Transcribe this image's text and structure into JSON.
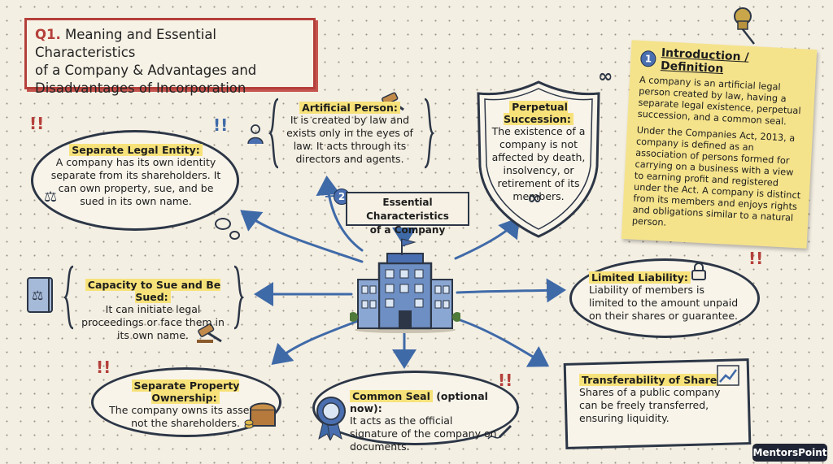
{
  "title": {
    "prefix": "Q1.",
    "line1": "Meaning and Essential Characteristics",
    "line2": "of a Company & Advantages and",
    "line3": "Disadvantages of Incorporation"
  },
  "center": {
    "number": "2",
    "label_line1": "Essential Characteristics",
    "label_line2": "of a Company"
  },
  "intro": {
    "number": "1",
    "heading": "Introduction / Definition",
    "para1": "A company is an artificial legal person created by law, having a separate legal existence, perpetual succession, and a common seal.",
    "para2": "Under the Companies Act, 2013, a company is defined as an association of persons formed for carrying on a business with a view to earning profit and registered under the Act. A company is distinct from its members and enjoys rights and obligations similar to a natural person."
  },
  "nodes": {
    "artificial": {
      "title": "Artificial Person:",
      "body": "It is created by law and exists only in the eyes of law. It acts through its directors and agents."
    },
    "perpetual": {
      "title": "Perpetual Succession:",
      "body": "The existence of a company is not affected by death, insolvency, or retirement of its members."
    },
    "separate_entity": {
      "title": "Separate Legal Entity:",
      "body": "A company has its own identity separate from its shareholders. It can own property, sue, and be sued in its own name."
    },
    "sue": {
      "title": "Capacity to Sue and Be Sued:",
      "body": "It can initiate legal proceedings or face them in its own name."
    },
    "limited": {
      "title": "Limited Liability:",
      "body": "Liability of members is limited to the amount unpaid on their shares or guarantee."
    },
    "property": {
      "title": "Separate Property Ownership:",
      "body": "The company owns its assets, not the shareholders."
    },
    "seal": {
      "title": "Common Seal",
      "title_suffix": " (optional now):",
      "body": "It acts as the official signature of the company on documents."
    },
    "transfer": {
      "title": "Transferability of Shares:",
      "body": "Shares of a public company can be freely transferred, ensuring liquidity."
    }
  },
  "brand": "MentorsPoint",
  "colors": {
    "accent_red": "#b5403b",
    "highlight": "#f7e27a",
    "ink": "#2c3646",
    "arrow_blue": "#3f6aa8",
    "note": "#f5e38c"
  },
  "icons": [
    "pushpin-icon",
    "infinity-icon",
    "gavel-icon",
    "person-icon",
    "scales-icon",
    "law-book-icon",
    "padlock-icon",
    "treasure-chest-icon",
    "seal-rosette-icon",
    "growth-chart-icon",
    "exclamation-icon",
    "building-icon",
    "flag-icon"
  ]
}
